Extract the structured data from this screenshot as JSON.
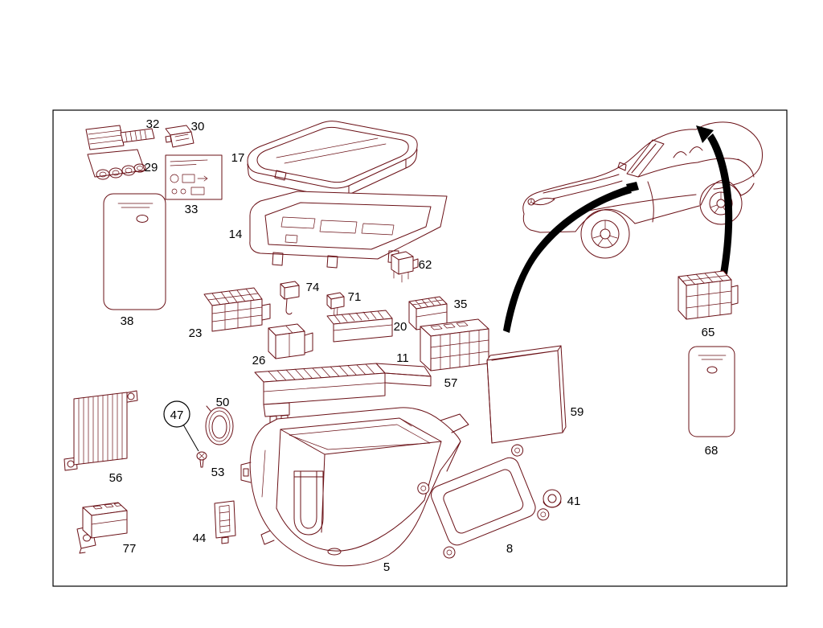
{
  "diagram": {
    "type": "exploded-parts-diagram",
    "subject": "vehicle electrical center / fuse and relay box with housing, covers, relays and labels; roadster car shown top right with location arrows",
    "background": "#ffffff",
    "line_color": "#6a1016",
    "label_color": "#000000",
    "frame_color": "#000000",
    "arrow_color": "#000000"
  },
  "parts": {
    "p5": {
      "label": "5"
    },
    "p8": {
      "label": "8"
    },
    "p11": {
      "label": "11"
    },
    "p14": {
      "label": "14"
    },
    "p17": {
      "label": "17"
    },
    "p20": {
      "label": "20"
    },
    "p23": {
      "label": "23"
    },
    "p26": {
      "label": "26"
    },
    "p29": {
      "label": "29"
    },
    "p30": {
      "label": "30"
    },
    "p32": {
      "label": "32"
    },
    "p33": {
      "label": "33"
    },
    "p35": {
      "label": "35"
    },
    "p38": {
      "label": "38"
    },
    "p41": {
      "label": "41"
    },
    "p44": {
      "label": "44"
    },
    "p47": {
      "label": "47"
    },
    "p50": {
      "label": "50"
    },
    "p53": {
      "label": "53"
    },
    "p56": {
      "label": "56"
    },
    "p57": {
      "label": "57"
    },
    "p59": {
      "label": "59"
    },
    "p62": {
      "label": "62"
    },
    "p65": {
      "label": "65"
    },
    "p68": {
      "label": "68"
    },
    "p71": {
      "label": "71"
    },
    "p74": {
      "label": "74"
    },
    "p77": {
      "label": "77"
    }
  }
}
